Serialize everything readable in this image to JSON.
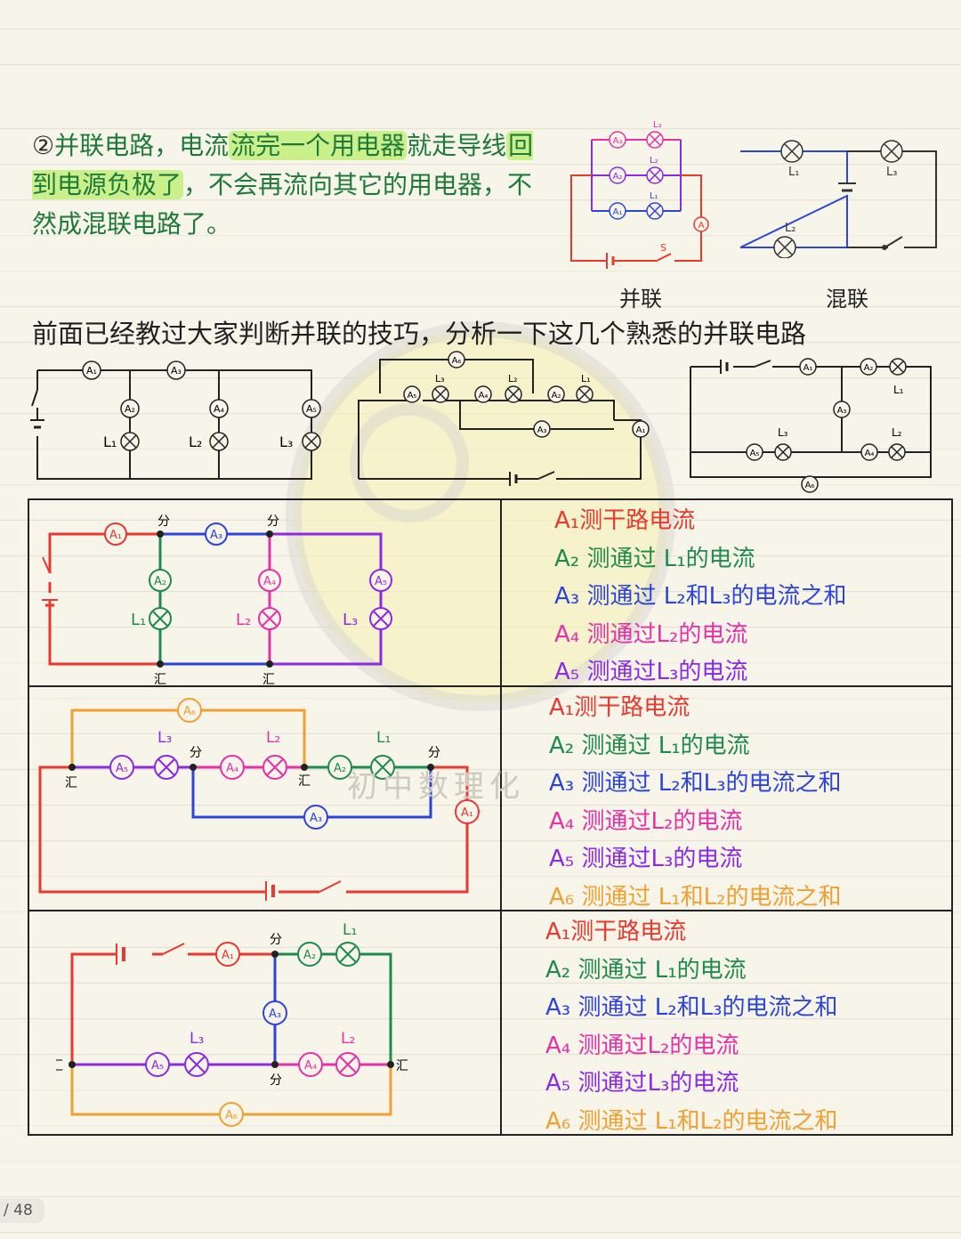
{
  "intro": {
    "num": "②",
    "t1": "并联电路，电流",
    "h1": "流完一个用电器",
    "t2": "就走导线",
    "h2": "回到电源负极了",
    "t3": "，不会再流向其它的用电器，不然成混联电路了。"
  },
  "captions": {
    "parallel": "并联",
    "mixed": "混联"
  },
  "subtitle": "前面已经教过大家判断并联的技巧，分析一下这几个熟悉的并联电路",
  "labels": {
    "A1": "A₁",
    "A2": "A₂",
    "A3": "A₃",
    "A4": "A₄",
    "A5": "A₅",
    "A6": "A₆",
    "A": "A",
    "L1": "L₁",
    "L2": "L₂",
    "L3": "L₃",
    "S": "S",
    "fen": "分",
    "hui": "汇"
  },
  "watermark": "初中数理化",
  "colors": {
    "red": "#e8392e",
    "green": "#1f8a4c",
    "blue": "#2c45d8",
    "magenta": "#e630a8",
    "purple": "#8a2be2",
    "orange": "#f0a030",
    "paper": "#f7f4ea"
  },
  "analysis1": [
    "A₁测干路电流",
    "A₂ 测通过 L₁的电流",
    "A₃ 测通过 L₂和L₃的电流之和",
    "A₄ 测通过L₂的电流",
    "A₅ 测通过L₃的电流"
  ],
  "analysis2": [
    "A₁测干路电流",
    "A₂ 测通过 L₁的电流",
    "A₃ 测通过 L₂和L₃的电流之和",
    "A₄ 测通过L₂的电流",
    "A₅ 测通过L₃的电流",
    "A₆ 测通过 L₁和L₂的电流之和"
  ],
  "analysis3": [
    "A₁测干路电流",
    "A₂ 测通过 L₁的电流",
    "A₃ 测通过 L₂和L₃的电流之和",
    "A₄ 测通过L₂的电流",
    "A₅ 测通过L₃的电流",
    "A₆ 测通过 L₁和L₂的电流之和"
  ],
  "page_indicator": "/ 48"
}
